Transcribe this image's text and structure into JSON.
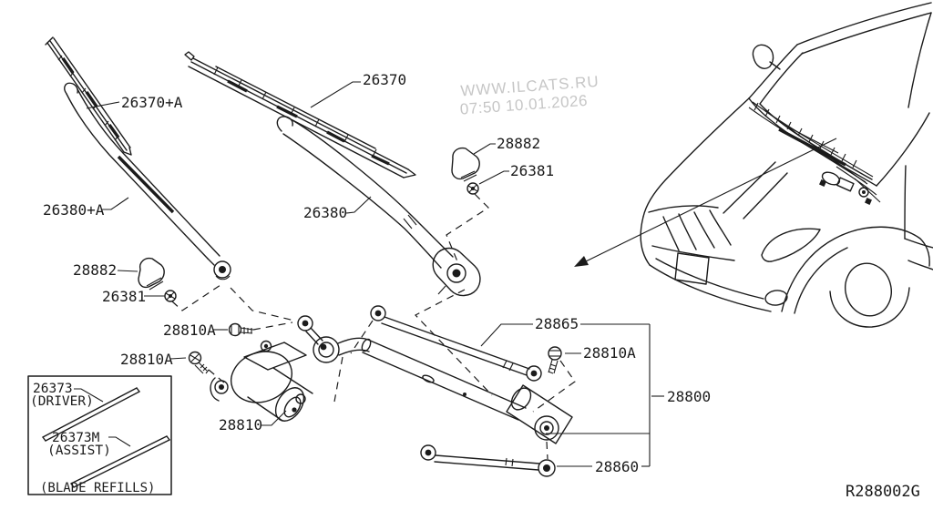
{
  "watermark": {
    "line1": "WWW.ILCATS.RU",
    "line2": "07:50 10.01.2026"
  },
  "diagram_code": "R288002G",
  "parts": {
    "blade_assist": {
      "label": "26370+A"
    },
    "blade_driver": {
      "label": "26370"
    },
    "arm_assist": {
      "label": "26380+A"
    },
    "arm_driver": {
      "label": "26380"
    },
    "pivot_cap_left": {
      "label": "28882"
    },
    "pivot_nut_left": {
      "label": "26381"
    },
    "pivot_cap_right": {
      "label": "28882"
    },
    "pivot_nut_right": {
      "label": "26381"
    },
    "bolt_left_upper": {
      "label": "28810A"
    },
    "bolt_left_lower": {
      "label": "28810A"
    },
    "bolt_right": {
      "label": "28810A"
    },
    "link_rod_upper": {
      "label": "28865"
    },
    "wiper_linkage": {
      "label": "28800"
    },
    "link_rod_lower": {
      "label": "28860"
    },
    "wiper_motor": {
      "label": "28810"
    }
  },
  "refills_box": {
    "driver_label": "26373",
    "driver_sub": "(DRIVER)",
    "assist_label": "26373M",
    "assist_sub": "(ASSIST)",
    "title": "(BLADE REFILLS)"
  },
  "colors": {
    "line": "#1b1b1b",
    "watermark": "#c6c6c6",
    "background": "#ffffff"
  }
}
